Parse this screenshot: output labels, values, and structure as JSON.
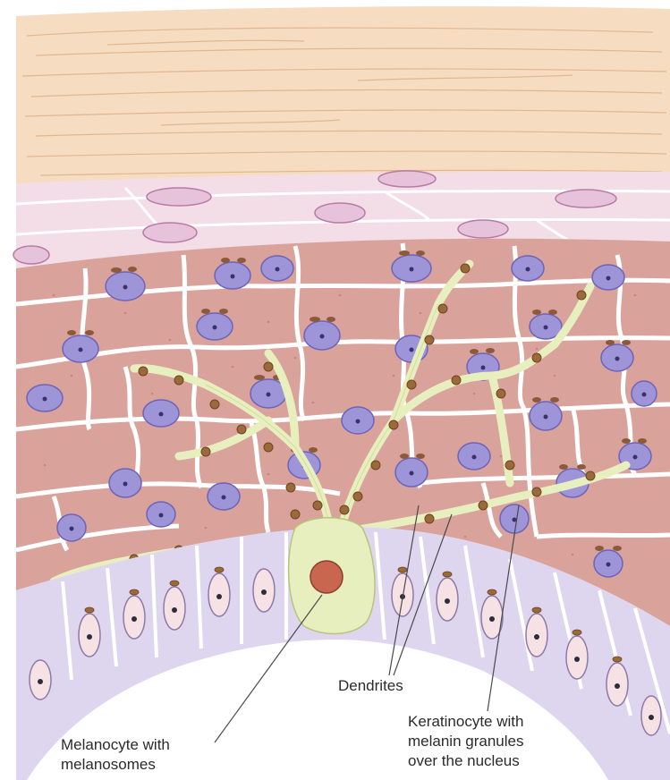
{
  "diagram": {
    "labels": {
      "dendrites": "Dendrites",
      "melanocyte_line1": "Melanocyte with",
      "melanocyte_line2": "melanosomes",
      "keratinocyte_line1": "Keratinocyte with",
      "keratinocyte_line2": "melanin granules",
      "keratinocyte_line3": "over the nucleus"
    },
    "colors": {
      "stratum_corneum": "#f6dcc0",
      "flattened_layer": "#f3dde6",
      "keratinocyte_cytoplasm": "#d9a39c",
      "keratinocyte_nucleus": "#9e95d9",
      "dendrite": "#e8efbe",
      "melanosome": "#9a6a3a",
      "basal_cell": "#ddd6ee",
      "basal_nucleus": "#f6e2e4",
      "melanocyte_nucleus": "#c9664f",
      "outline": "#ffffff"
    }
  }
}
